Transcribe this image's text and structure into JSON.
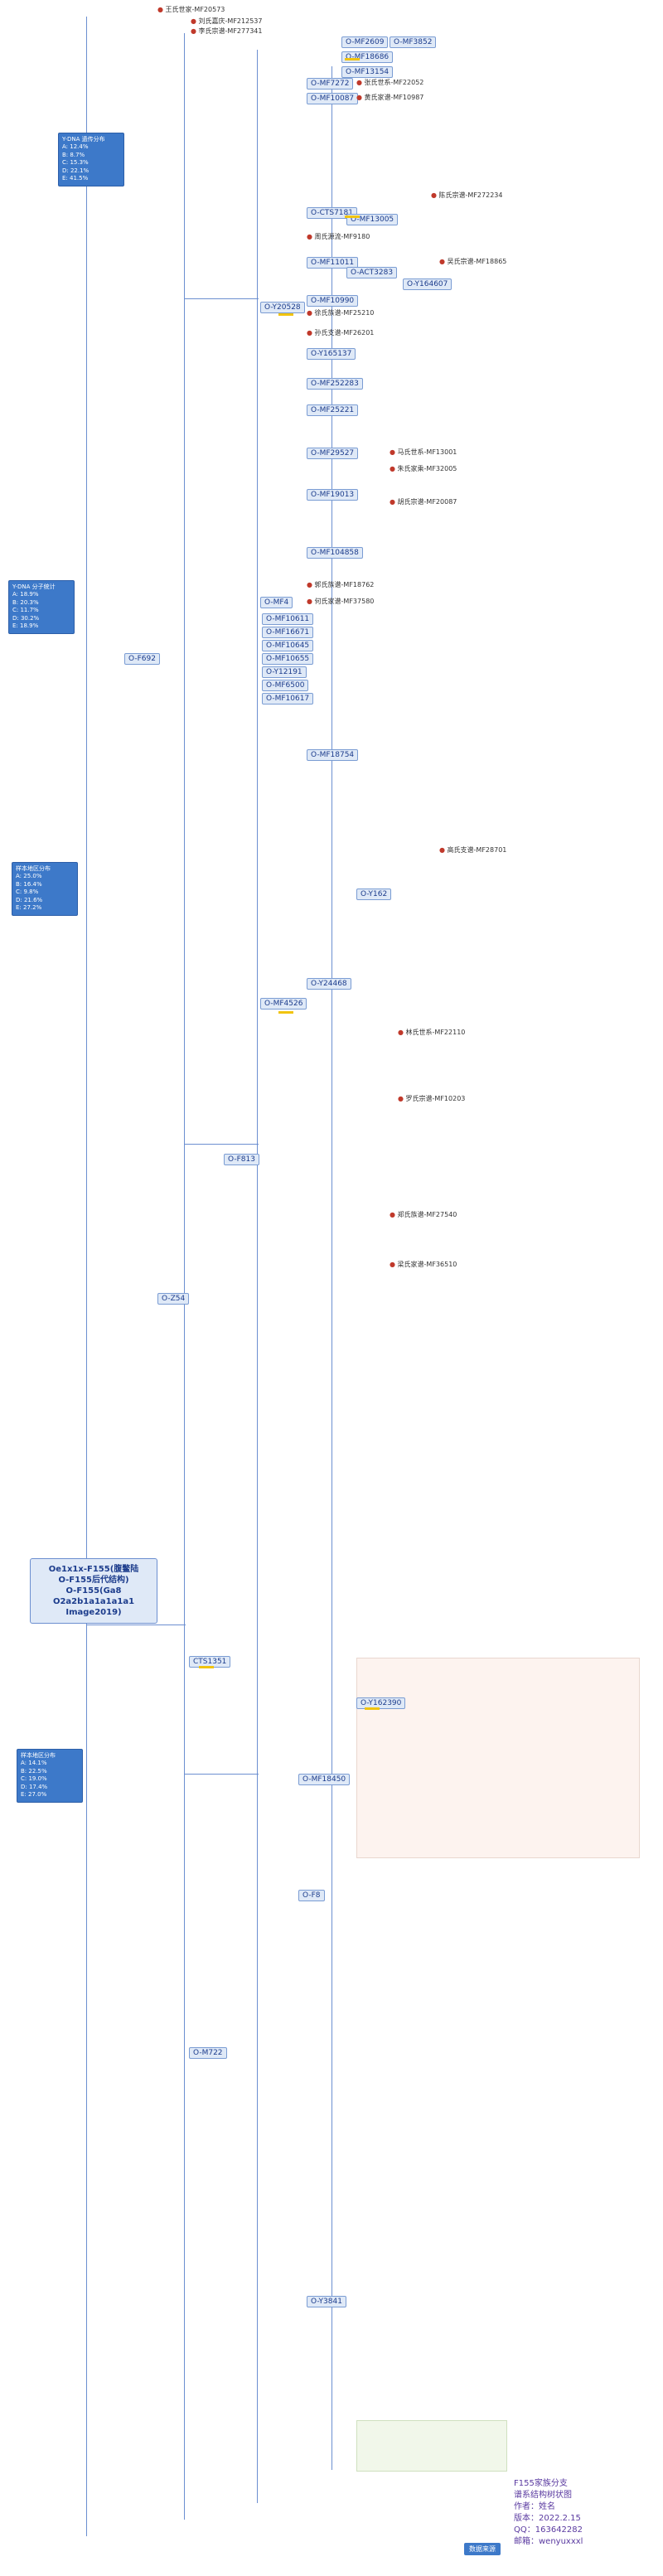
{
  "root": {
    "lines": [
      "Oe1x1x-F155(腹鳖陆",
      "O-F155后代结构)",
      "O-F155(Ga8",
      "O2a2b1a1a1a1a1",
      "Image2019)"
    ]
  },
  "main_branches": [
    {
      "label": "O-F692"
    },
    {
      "label": "O-F813"
    },
    {
      "label": "O-Z54"
    },
    {
      "label": "CTS1351"
    },
    {
      "label": "O-M722"
    },
    {
      "label": "O-MF4"
    },
    {
      "label": "O-Y20528"
    },
    {
      "label": "O-MF4526"
    },
    {
      "label": "O-Y24468"
    },
    {
      "label": "O-Y162"
    },
    {
      "label": "O-Y162390"
    },
    {
      "label": "O-MF18450"
    },
    {
      "label": "O-Y3841"
    },
    {
      "label": "O-F8"
    }
  ],
  "mid_nodes": [
    {
      "label": "O-MF2609"
    },
    {
      "label": "O-MF3852"
    },
    {
      "label": "O-MF18686"
    },
    {
      "label": "O-MF13154"
    },
    {
      "label": "O-MF7272"
    },
    {
      "label": "O-MF10087"
    },
    {
      "label": "O-CTS7181"
    },
    {
      "label": "O-MF13005"
    },
    {
      "label": "O-MF11011"
    },
    {
      "label": "O-ACT3283"
    },
    {
      "label": "O-Y164607"
    },
    {
      "label": "O-MF10990"
    },
    {
      "label": "O-Y165137"
    },
    {
      "label": "O-MF25221"
    },
    {
      "label": "O-MF252283"
    },
    {
      "label": "O-MF29527"
    },
    {
      "label": "O-MF19013"
    },
    {
      "label": "O-MF104858"
    },
    {
      "label": "O-MF10611"
    },
    {
      "label": "O-MF16671"
    },
    {
      "label": "O-MF10645"
    },
    {
      "label": "O-MF10655"
    },
    {
      "label": "O-Y12191"
    },
    {
      "label": "O-MF6500"
    },
    {
      "label": "O-MF10617"
    },
    {
      "label": "O-MF18754"
    }
  ],
  "leaves": [
    "王氏世家-MF20573",
    "刘氏嘉庆-MF212537",
    "李氏宗谱-MF277341",
    "陈氏宗谱-MF272234",
    "张氏世系-MF22052",
    "黄氏家谱-MF10987",
    "周氏源流-MF9180",
    "吴氏宗谱-MF18865",
    "徐氏族谱-MF25210",
    "孙氏支谱-MF26201",
    "马氏世系-MF13001",
    "朱氏家乘-MF32005",
    "胡氏宗谱-MF20087",
    "郭氏族谱-MF18762",
    "何氏家谱-MF37580",
    "高氏支谱-MF28701",
    "林氏世系-MF22110",
    "罗氏宗谱-MF10203",
    "郑氏族谱-MF27540",
    "梁氏家谱-MF36510"
  ],
  "info_boxes": [
    {
      "title": "Y-DNA 遗传分布",
      "rows": [
        "A: 12.4%",
        "B: 8.7%",
        "C: 15.3%",
        "D: 22.1%",
        "E: 41.5%"
      ]
    },
    {
      "title": "Y-DNA 分子统计",
      "rows": [
        "A: 18.9%",
        "B: 20.3%",
        "C: 11.7%",
        "D: 30.2%",
        "E: 18.9%"
      ]
    },
    {
      "title": "样本地区分布",
      "rows": [
        "A: 25.0%",
        "B: 16.4%",
        "C: 9.8%",
        "D: 21.6%",
        "E: 27.2%"
      ]
    },
    {
      "title": "样本地区分布",
      "rows": [
        "A: 14.1%",
        "B: 22.5%",
        "C: 19.0%",
        "D: 17.4%",
        "E: 27.0%"
      ]
    }
  ],
  "footer": {
    "line1": "F155家族分支",
    "line2": "谱系结构树状图",
    "line3": "作者：姓名",
    "line4": "版本：2022.2.15",
    "line5": "QQ：163642282",
    "line6": "邮箱：wenyuxxxl",
    "badge": "数据来源"
  },
  "colors": {
    "node_bg": "#dfe9f7",
    "info_bg": "#3d79c9",
    "accent_line": "#6c8fd0",
    "leaf_tag": "#c0392b"
  }
}
